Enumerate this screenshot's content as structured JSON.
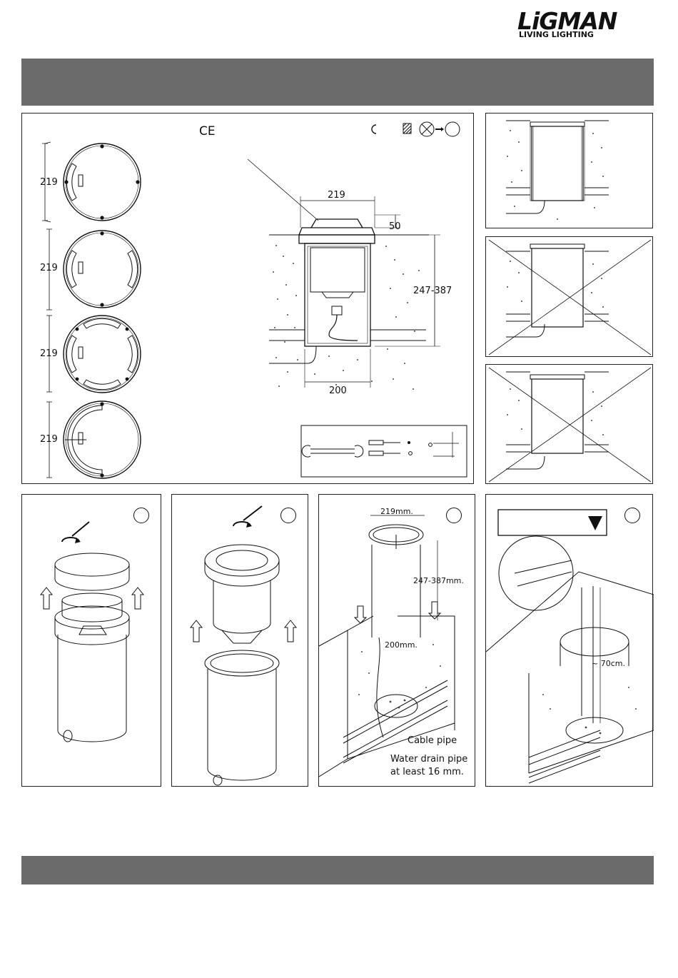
{
  "brand": {
    "name": "LiGMAN",
    "tagline": "LIVING LIGHTING"
  },
  "top_panel": {
    "ce_mark": "CE",
    "variants": [
      {
        "diameter_label": "219"
      },
      {
        "diameter_label": "219"
      },
      {
        "diameter_label": "219"
      },
      {
        "diameter_label": "219"
      }
    ],
    "section": {
      "width_label": "219",
      "lip_label": "50",
      "depth_label": "247-387",
      "base_label": "200"
    }
  },
  "install": {
    "step3": {
      "top_label": "219mm.",
      "depth_label": "247-387mm.",
      "base_label": "200mm.",
      "cable_pipe": "Cable pipe",
      "drain_pipe_line1": "Water drain pipe",
      "drain_pipe_line2": "at least 16 mm."
    },
    "step4": {
      "depth_label": "~ 70cm."
    }
  },
  "icons": [
    "wrench-icon",
    "screw-icon",
    "warning-triangle-icon",
    "rotate-arrow-icon",
    "up-arrow-icon",
    "down-arrow-icon"
  ]
}
